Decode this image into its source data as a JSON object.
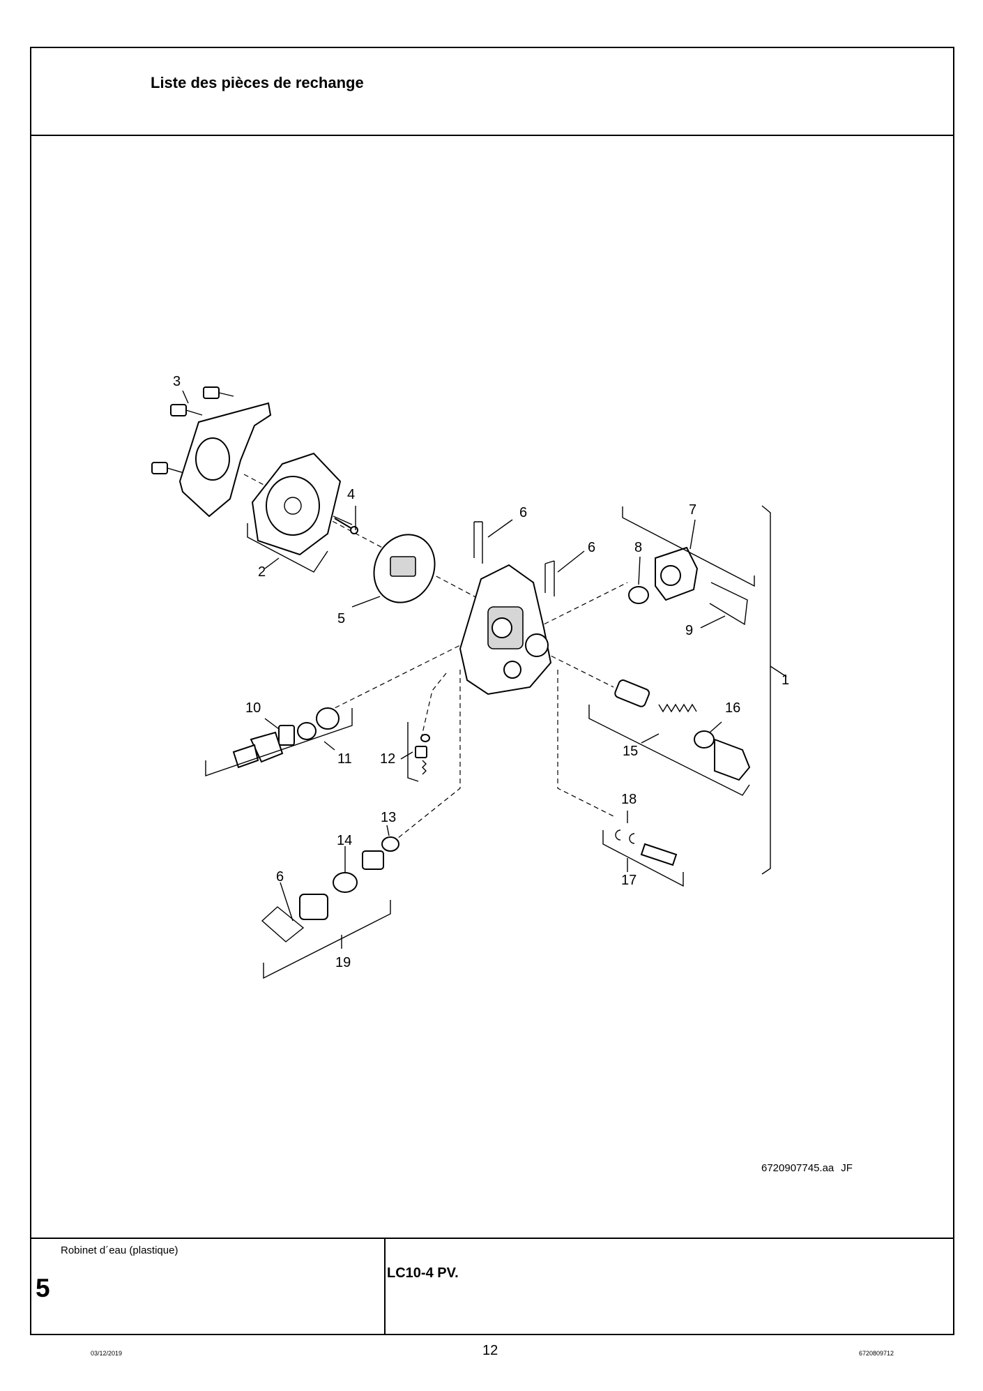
{
  "header": {
    "title": "Liste des pièces de rechange"
  },
  "drawing": {
    "reference": "6720907745.aa",
    "initials": "JF",
    "callouts": [
      {
        "id": "c3",
        "text": "3"
      },
      {
        "id": "c4",
        "text": "4"
      },
      {
        "id": "c2",
        "text": "2"
      },
      {
        "id": "c5",
        "text": "5"
      },
      {
        "id": "c6a",
        "text": "6"
      },
      {
        "id": "c6b",
        "text": "6"
      },
      {
        "id": "c7",
        "text": "7"
      },
      {
        "id": "c8",
        "text": "8"
      },
      {
        "id": "c9",
        "text": "9"
      },
      {
        "id": "c1",
        "text": "1"
      },
      {
        "id": "c10",
        "text": "10"
      },
      {
        "id": "c11",
        "text": "11"
      },
      {
        "id": "c12",
        "text": "12"
      },
      {
        "id": "c16",
        "text": "16"
      },
      {
        "id": "c15",
        "text": "15"
      },
      {
        "id": "c18",
        "text": "18"
      },
      {
        "id": "c17",
        "text": "17"
      },
      {
        "id": "c13",
        "text": "13"
      },
      {
        "id": "c14",
        "text": "14"
      },
      {
        "id": "c6c",
        "text": "6"
      },
      {
        "id": "c19",
        "text": "19"
      }
    ]
  },
  "info_block": {
    "caption": "Robinet d´eau (plastique)",
    "section_number": "5",
    "model": "LC10-4 PV."
  },
  "footer": {
    "date": "03/12/2019",
    "page_number": "12",
    "document_number": "6720809712"
  }
}
